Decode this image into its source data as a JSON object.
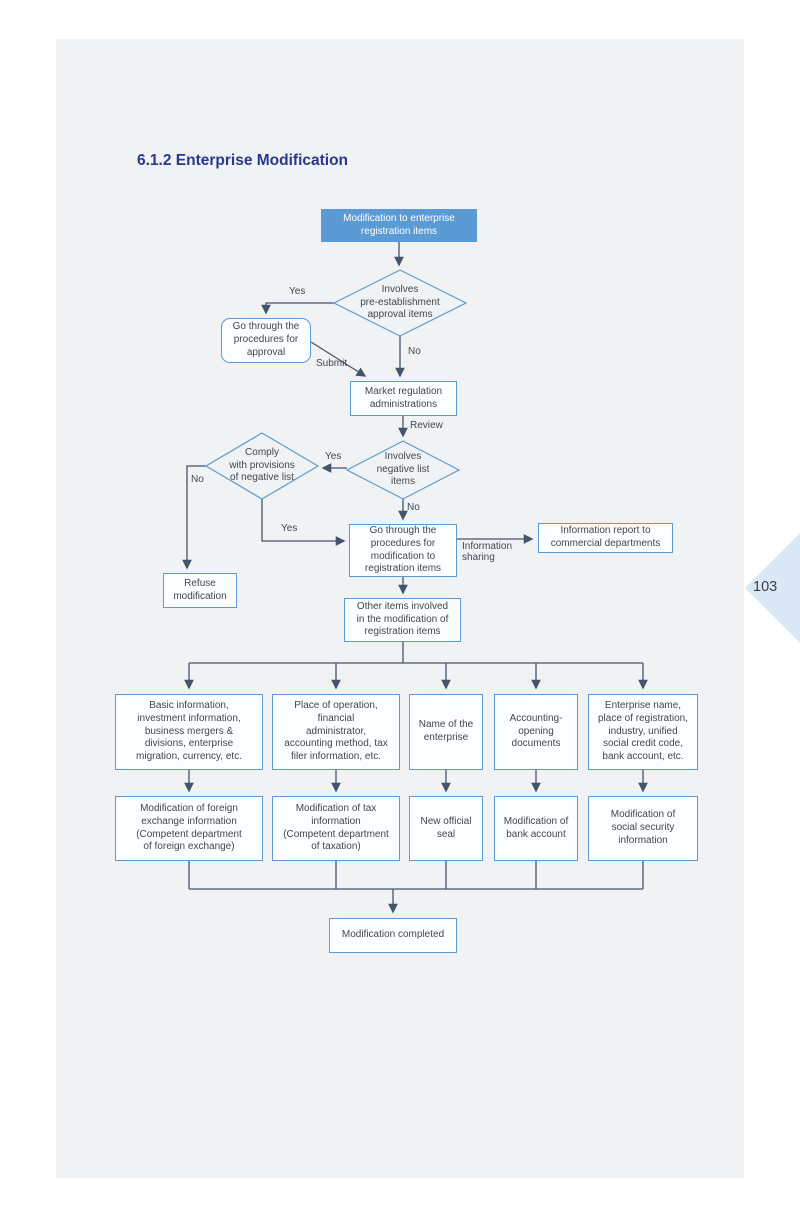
{
  "title": "6.1.2 Enterprise Modification",
  "page_number": "103",
  "nodes": {
    "start": "Modification to enterprise\nregistration items",
    "pre_establishment": "Involves\npre-establishment\napproval items",
    "approval": "Go through the\nprocedures for\napproval",
    "market": "Market regulation\nadministrations",
    "negative_list": "Involves\nnegative list\nitems",
    "comply": "Comply\nwith provisions\nof negative list",
    "refuse": "Refuse\nmodification",
    "mod_procedures": "Go through the\nprocedures for\nmodification to\nregistration items",
    "info_report": "Information report to\ncommercial departments",
    "other_items": "Other items involved\nin the modification of\nregistration items",
    "r1c1": "Basic information,\ninvestment information,\nbusiness mergers &\ndivisions, enterprise\nmigration, currency, etc.",
    "r1c2": "Place of operation,\nfinancial\nadministrator,\naccounting method, tax\nfiler information, etc.",
    "r1c3": "Name of the\nenterprise",
    "r1c4": "Accounting-\nopening\ndocuments",
    "r1c5": "Enterprise name,\nplace of registration,\nindustry, unified\nsocial credit code,\nbank account, etc.",
    "r2c1": "Modification of foreign\nexchange information\n(Competent department\nof foreign exchange)",
    "r2c2": "Modification of tax\ninformation\n(Competent department\nof taxation)",
    "r2c3": "New official\nseal",
    "r2c4": "Modification of\nbank account",
    "r2c5": "Modification of\nsocial security\ninformation",
    "completed": "Modification completed"
  },
  "edge_labels": {
    "yes1": "Yes",
    "no1": "No",
    "submit": "Submit",
    "review": "Review",
    "yes2": "Yes",
    "no2": "No",
    "no3": "No",
    "yes3": "Yes",
    "info_sharing": "Information\nsharing"
  },
  "colors": {
    "accent_blue": "#5b9bd5",
    "title_blue": "#28388a",
    "connector": "#44546a",
    "page_bg": "#f1f2f4",
    "corner_triangle": "#dbe8f5"
  }
}
